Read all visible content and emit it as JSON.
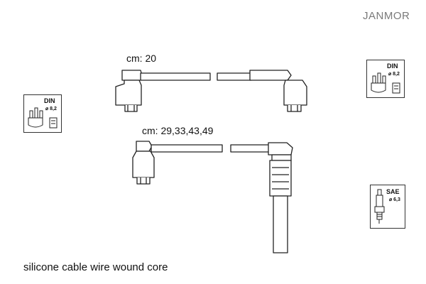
{
  "brand": "JANMOR",
  "cables": [
    {
      "length_label": "cm: 20"
    },
    {
      "length_label": "cm: 29,33,43,49"
    }
  ],
  "connectors": [
    {
      "standard": "DIN",
      "spec": "⌀ 8,2"
    },
    {
      "standard": "DIN",
      "spec": "⌀ 8,2"
    },
    {
      "standard": "SAE",
      "spec": "⌀ 6,3"
    }
  ],
  "caption": "silicone cable wire wound core",
  "colors": {
    "ink": "#222222",
    "brand": "#7a7a7a"
  }
}
